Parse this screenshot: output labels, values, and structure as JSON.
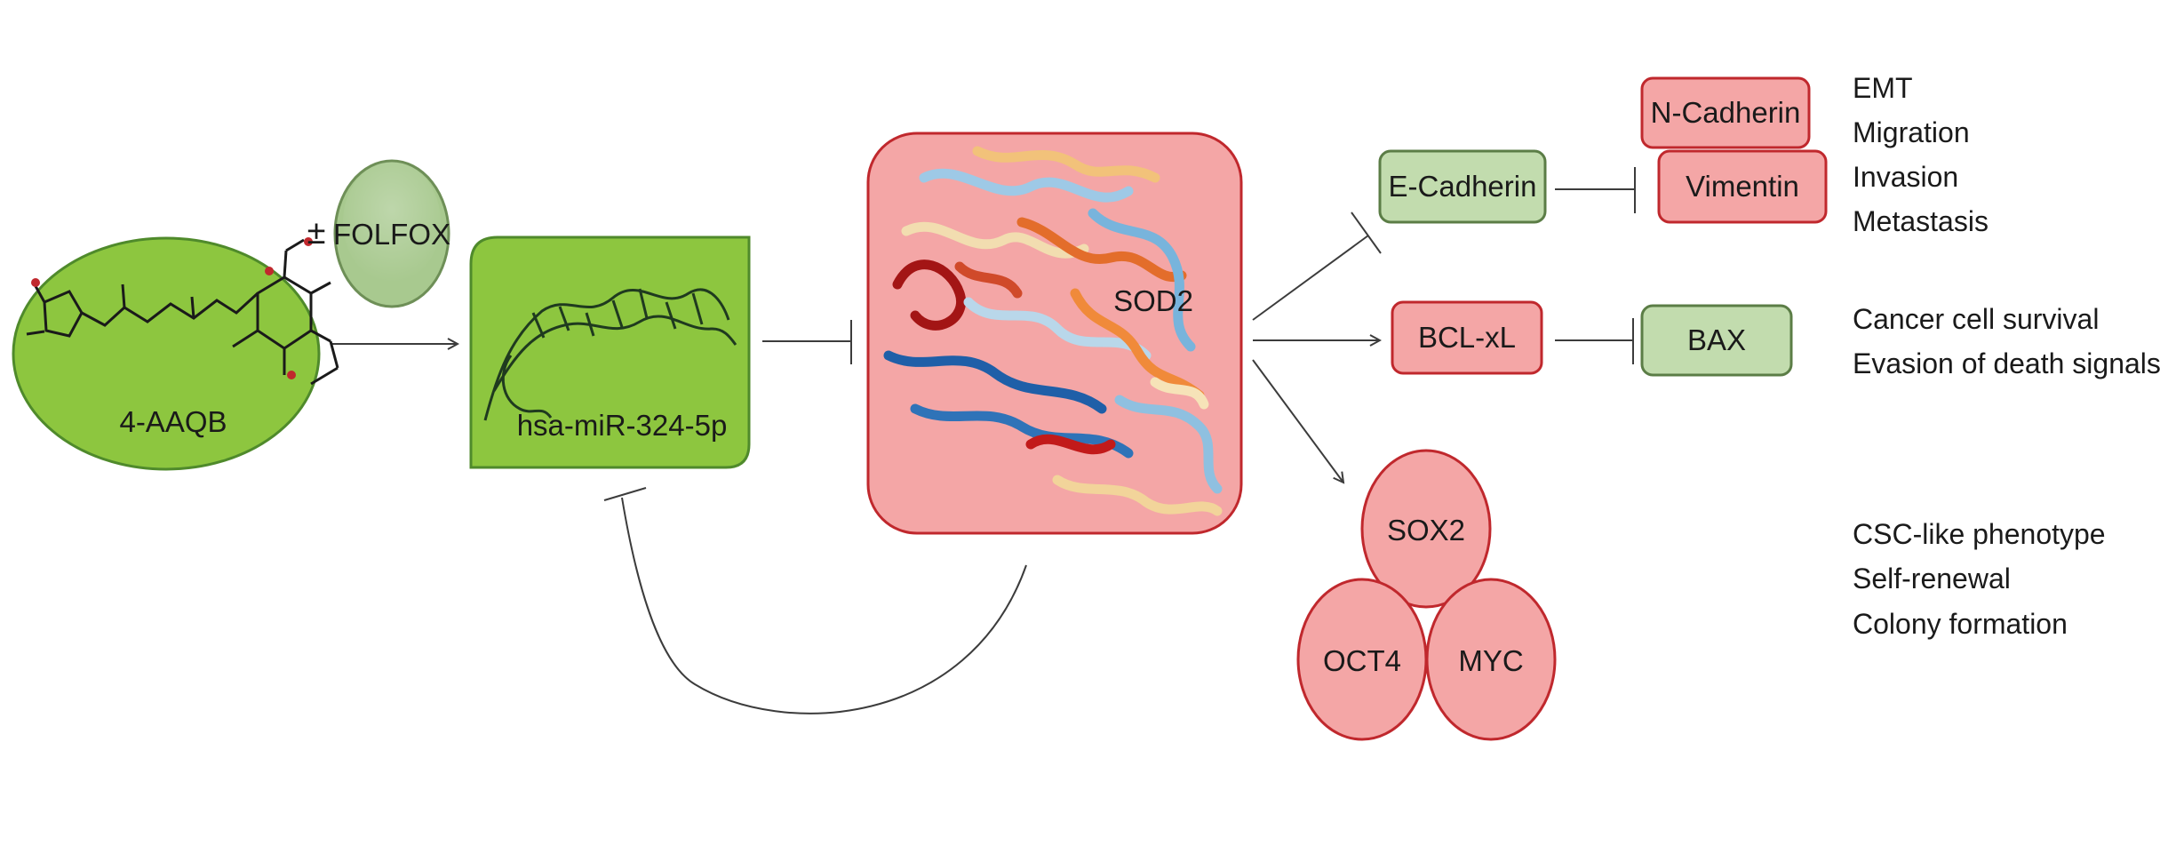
{
  "colors": {
    "green_fill": "#8dc63f",
    "green_stroke": "#4f8a2b",
    "pale_green_fill": "#c2dcae",
    "pale_green_stroke": "#5b7d46",
    "pink_fill": "#f4a6a6",
    "pink_stroke": "#c0282d",
    "line": "#3c3c3c"
  },
  "nodes": {
    "compound": "4-AAQB",
    "combo_prefix": "±",
    "combo": "FOLFOX",
    "mirna": "hsa-miR-324-5p",
    "target": "SOD2",
    "e_cadherin": "E-Cadherin",
    "n_cadherin": "N-Cadherin",
    "vimentin": "Vimentin",
    "bcl_xl": "BCL-xL",
    "bax": "BAX",
    "sox2": "SOX2",
    "oct4": "OCT4",
    "myc": "MYC"
  },
  "outcomes": {
    "emt": [
      "EMT",
      "Migration",
      "Invasion",
      "Metastasis"
    ],
    "survival": [
      "Cancer cell survival",
      "Evasion of death signals"
    ],
    "stemness": [
      "CSC-like phenotype",
      "Self-renewal",
      "Colony formation"
    ]
  }
}
